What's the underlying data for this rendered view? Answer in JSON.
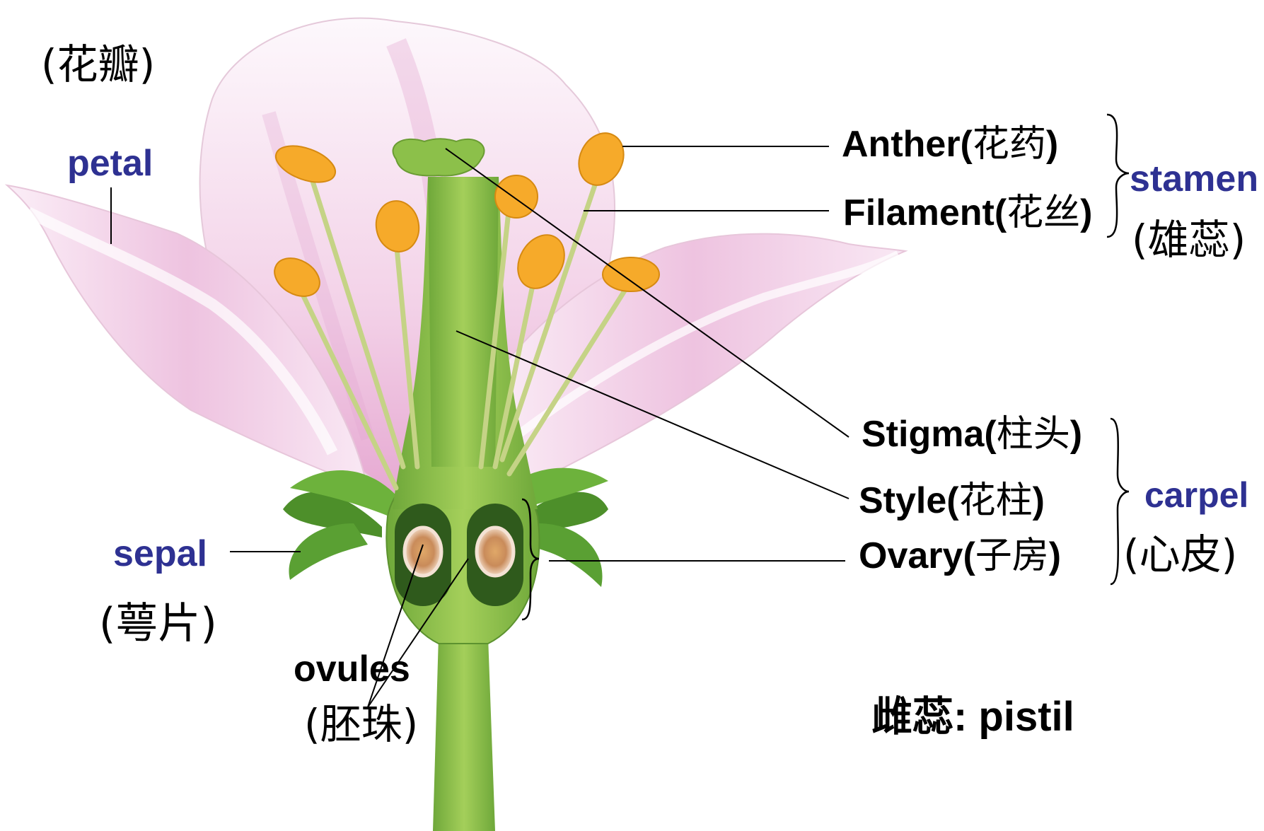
{
  "labels": {
    "petal_cn": "(花瓣)",
    "petal_en": "petal",
    "sepal_en": "sepal",
    "sepal_cn": "(萼片)",
    "ovules_en": "ovules",
    "ovules_cn": "(胚珠)",
    "anther_en": "Anther(",
    "anther_cn": "花药",
    "filament_en": "Filament(",
    "filament_cn": "花丝",
    "stamen_en": "stamen",
    "stamen_cn": "(雄蕊)",
    "stigma_en": "Stigma(",
    "stigma_cn": "柱头",
    "style_en": "Style(",
    "style_cn": "花柱",
    "ovary_en": "Ovary(",
    "ovary_cn": "子房",
    "carpel_en": "carpel",
    "carpel_cn": "(心皮)",
    "pistil": "雌蕊: pistil",
    "close_paren": ")"
  },
  "colors": {
    "label_blue": "#2e3192",
    "petal_pink": "#e9b4d8",
    "petal_white": "#fbf4f9",
    "pistil_green": "#7cb342",
    "filament_green": "#c8d38a",
    "anther_orange": "#f5a623",
    "sepal_green": "#5a9e2f"
  }
}
